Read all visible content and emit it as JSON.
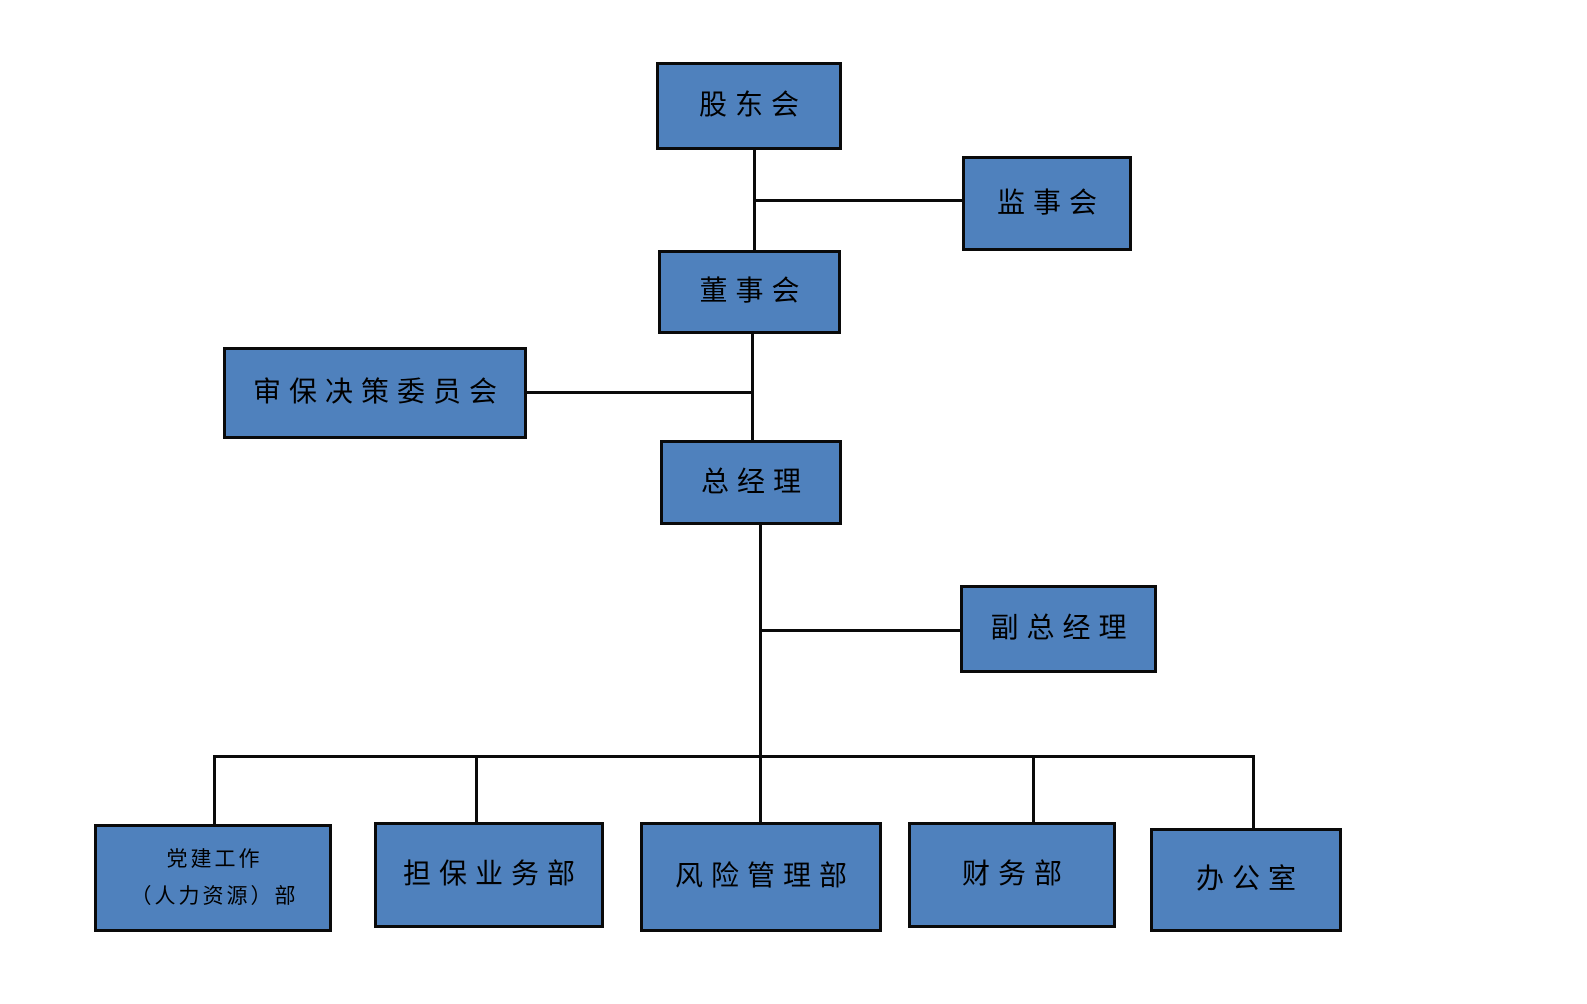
{
  "diagram": {
    "type": "org-chart",
    "background": "#ffffff",
    "node_fill": "#4f81bd",
    "node_border": "#0a0a0a",
    "connector_color": "#0a0a0a",
    "text_color": "#000000"
  },
  "nodes": {
    "shareholders": {
      "label": "股东会"
    },
    "supervisory": {
      "label": "监事会"
    },
    "board": {
      "label": "董事会"
    },
    "committee": {
      "label": "审保决策委员会"
    },
    "gm": {
      "label": "总经理"
    },
    "dgm": {
      "label": "副总经理"
    },
    "party": {
      "line1": "党建工作",
      "line2": "（人力资源）部"
    },
    "guarantee": {
      "label": "担保业务部"
    },
    "risk": {
      "label": "风险管理部"
    },
    "finance": {
      "label": "财务部"
    },
    "office": {
      "label": "办公室"
    }
  },
  "edges": [
    {
      "from": "股东会",
      "to": "董事会"
    },
    {
      "from": "股东会",
      "to": "监事会"
    },
    {
      "from": "董事会",
      "to": "审保决策委员会"
    },
    {
      "from": "董事会",
      "to": "总经理"
    },
    {
      "from": "总经理",
      "to": "副总经理"
    },
    {
      "from": "总经理",
      "to": "党建工作（人力资源）部"
    },
    {
      "from": "总经理",
      "to": "担保业务部"
    },
    {
      "from": "总经理",
      "to": "风险管理部"
    },
    {
      "from": "总经理",
      "to": "财务部"
    },
    {
      "from": "总经理",
      "to": "办公室"
    }
  ]
}
